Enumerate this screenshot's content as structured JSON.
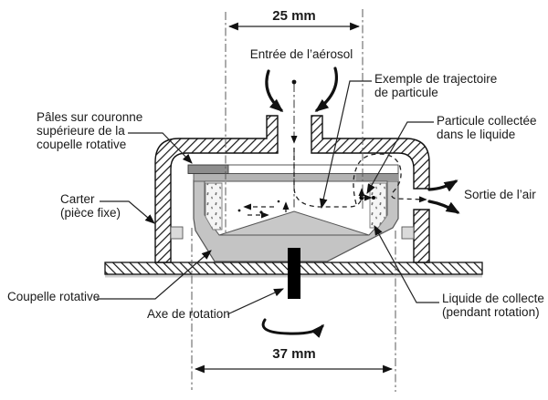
{
  "figure": {
    "type": "technical-cross-section-diagram",
    "language": "fr",
    "dimensions": {
      "top_width": "25 mm",
      "bottom_width": "37 mm"
    },
    "labels": {
      "dim_top": "25 mm",
      "inlet": "Entrée de l’aérosol",
      "trajectory": "Exemple de trajectoire\nde particule",
      "collected_particle": "Particule collectée\ndans le liquide",
      "blades": "Pâles sur couronne\nsupérieure de la\ncoupelle rotative",
      "housing": "Carter\n(pièce fixe)",
      "air_outlet": "Sortie de l’air",
      "rotating_cup": "Coupelle rotative",
      "rotation_axis": "Axe de rotation",
      "collection_liquid": "Liquide de collecte\n(pendant rotation)",
      "dim_bottom": "37 mm"
    },
    "colors": {
      "line": "#1a1a1a",
      "construction_line": "#5a5a5a",
      "cup_gray": "#c4c4c4",
      "ring_gray": "#b3b3b3",
      "crown_dark_gray": "#8d8d8d",
      "liquid_fill": "#f5f5f5",
      "shaft_black": "#000000",
      "background": "#ffffff"
    }
  }
}
